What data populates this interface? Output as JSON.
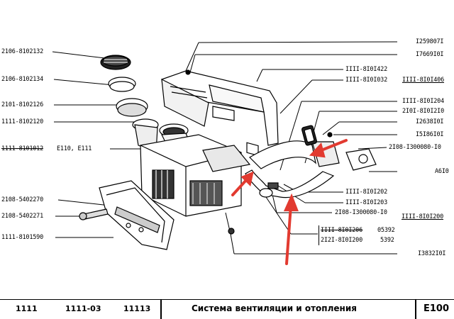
{
  "callouts": {
    "l1": "2106-8102132",
    "l2": "2106-8102134",
    "l3": "2101-8102126",
    "l4": "1111-8102120",
    "l5": "1111-8101012",
    "l5b": "Е110, Е111",
    "l6": "2108-5402270",
    "l7": "2108-5402271",
    "l8": "1111-8101590",
    "r1": "I259807I",
    "r2": "I7669I0I",
    "r3": "IIII-8I0I422",
    "r4": "IIII-8I0I406",
    "r5": "IIII-8I0I032",
    "r6": "IIII-8I0I204",
    "r7": "2I0I-8I0I2I0",
    "r8": "I2638I0I",
    "r9": "I5I86I0I",
    "r10": "2I08-I300080-I0",
    "r11": "A6I0",
    "r12": "IIII-8I0I202",
    "r13": "IIII-8I0I203",
    "r14": "2I08-I300080-I0",
    "r15": "IIII-8I0I200",
    "r16a": "IIII-8I0I206",
    "r16b": "05392",
    "r17a": "2I2I-8I0I200",
    "r17b": "5392",
    "r18": "I3832I0I"
  },
  "footer": {
    "model1": "1111",
    "model2": "1111-03",
    "model3": "11113",
    "title": "Система вентиляции и отопления",
    "code": "E100"
  },
  "colors": {
    "ink": "#000000",
    "arrow": "#e23a30",
    "paper": "#ffffff"
  }
}
